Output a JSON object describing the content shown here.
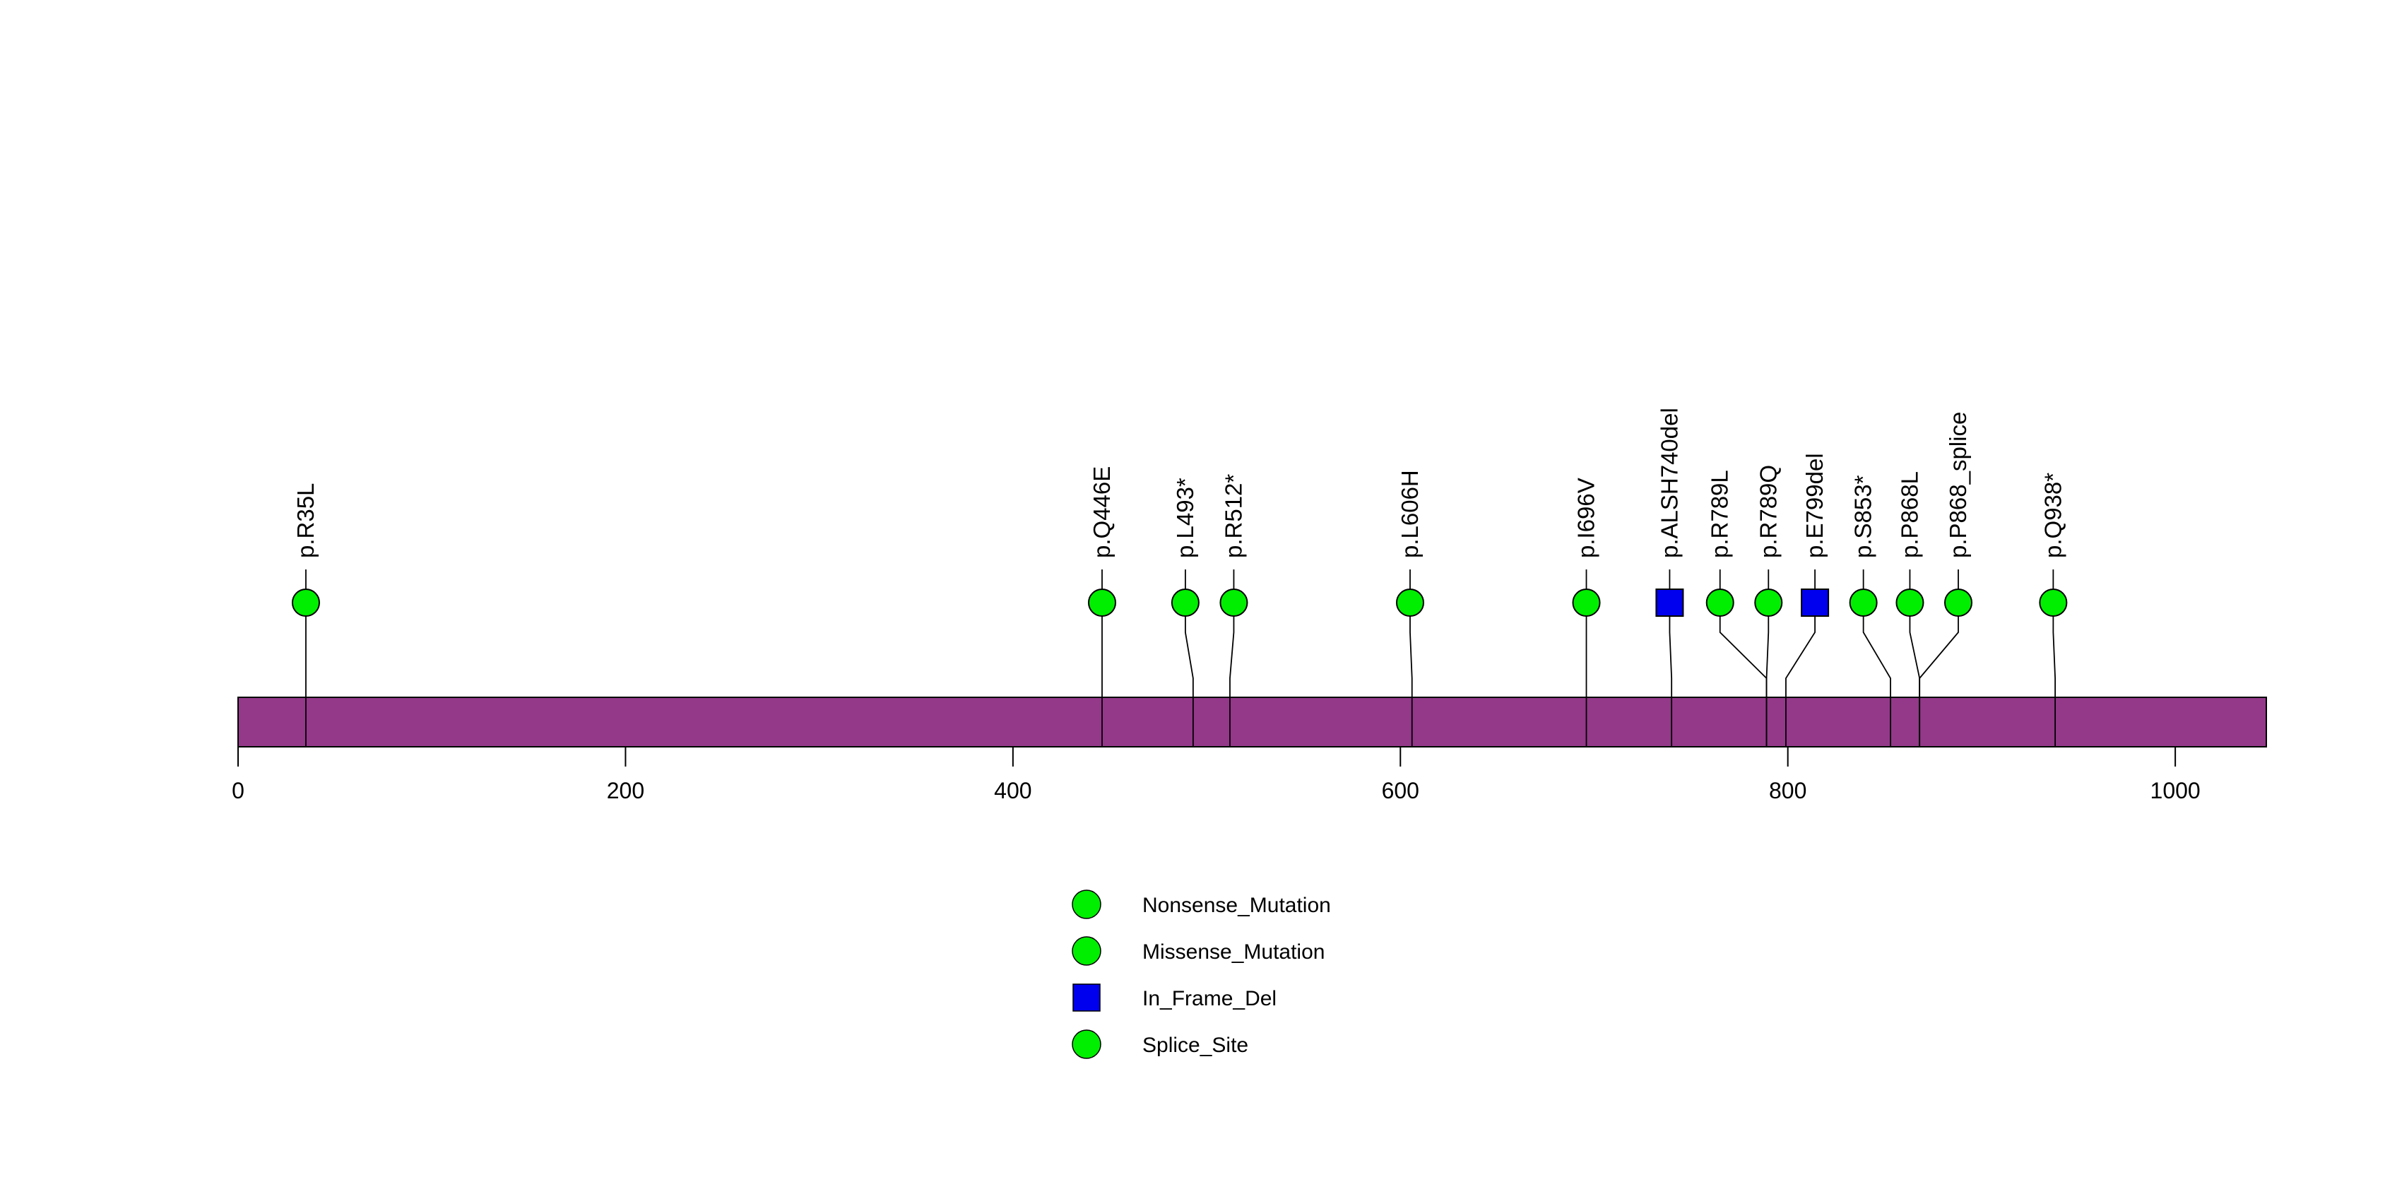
{
  "chart_data": {
    "type": "scatter",
    "subtype": "lollipop_mutation_plot",
    "title": "",
    "xlabel": "",
    "ylabel": "",
    "axis": {
      "xlim": [
        0,
        1047
      ],
      "ticks": [
        0,
        200,
        400,
        600,
        800,
        1000
      ],
      "grid": false
    },
    "protein_bar": {
      "start": 0,
      "end": 1047,
      "color": "#94398A"
    },
    "mutations": [
      {
        "label": "p.R35L",
        "position": 35,
        "display_position": 35,
        "type": "Missense_Mutation",
        "marker": "circle",
        "color": "#00EE00"
      },
      {
        "label": "p.Q446E",
        "position": 446,
        "display_position": 446,
        "type": "Missense_Mutation",
        "marker": "circle",
        "color": "#00EE00"
      },
      {
        "label": "p.L493*",
        "position": 493,
        "display_position": 489,
        "type": "Nonsense_Mutation",
        "marker": "circle",
        "color": "#00EE00"
      },
      {
        "label": "p.R512*",
        "position": 512,
        "display_position": 514,
        "type": "Nonsense_Mutation",
        "marker": "circle",
        "color": "#00EE00"
      },
      {
        "label": "p.L606H",
        "position": 606,
        "display_position": 605,
        "type": "Missense_Mutation",
        "marker": "circle",
        "color": "#00EE00"
      },
      {
        "label": "p.I696V",
        "position": 696,
        "display_position": 696,
        "type": "Missense_Mutation",
        "marker": "circle",
        "color": "#00EE00"
      },
      {
        "label": "p.ALSH740del",
        "position": 740,
        "display_position": 739,
        "type": "In_Frame_Del",
        "marker": "square",
        "color": "#0000EE"
      },
      {
        "label": "p.R789L",
        "position": 789,
        "display_position": 765,
        "type": "Missense_Mutation",
        "marker": "circle",
        "color": "#00EE00"
      },
      {
        "label": "p.R789Q",
        "position": 789,
        "display_position": 790,
        "type": "Missense_Mutation",
        "marker": "circle",
        "color": "#00EE00"
      },
      {
        "label": "p.E799del",
        "position": 799,
        "display_position": 814,
        "type": "In_Frame_Del",
        "marker": "square",
        "color": "#0000EE"
      },
      {
        "label": "p.S853*",
        "position": 853,
        "display_position": 839,
        "type": "Nonsense_Mutation",
        "marker": "circle",
        "color": "#00EE00"
      },
      {
        "label": "p.P868L",
        "position": 868,
        "display_position": 863,
        "type": "Missense_Mutation",
        "marker": "circle",
        "color": "#00EE00"
      },
      {
        "label": "p.P868_splice",
        "position": 868,
        "display_position": 888,
        "type": "Splice_Site",
        "marker": "circle",
        "color": "#00EE00"
      },
      {
        "label": "p.Q938*",
        "position": 938,
        "display_position": 937,
        "type": "Nonsense_Mutation",
        "marker": "circle",
        "color": "#00EE00"
      }
    ],
    "legend": {
      "position": "bottom-center",
      "entries": [
        {
          "label": "Nonsense_Mutation",
          "marker": "circle",
          "color": "#00EE00"
        },
        {
          "label": "Missense_Mutation",
          "marker": "circle",
          "color": "#00EE00"
        },
        {
          "label": "In_Frame_Del",
          "marker": "square",
          "color": "#0000EE"
        },
        {
          "label": "Splice_Site",
          "marker": "circle",
          "color": "#00EE00"
        }
      ]
    },
    "colors": {
      "missense_mutation": "#00EE00",
      "nonsense_mutation": "#00EE00",
      "splice_site": "#00EE00",
      "in_frame_del": "#0000EE",
      "protein_bar": "#94398A",
      "marker_outline": "#000000",
      "background": "#FFFFFF"
    }
  }
}
